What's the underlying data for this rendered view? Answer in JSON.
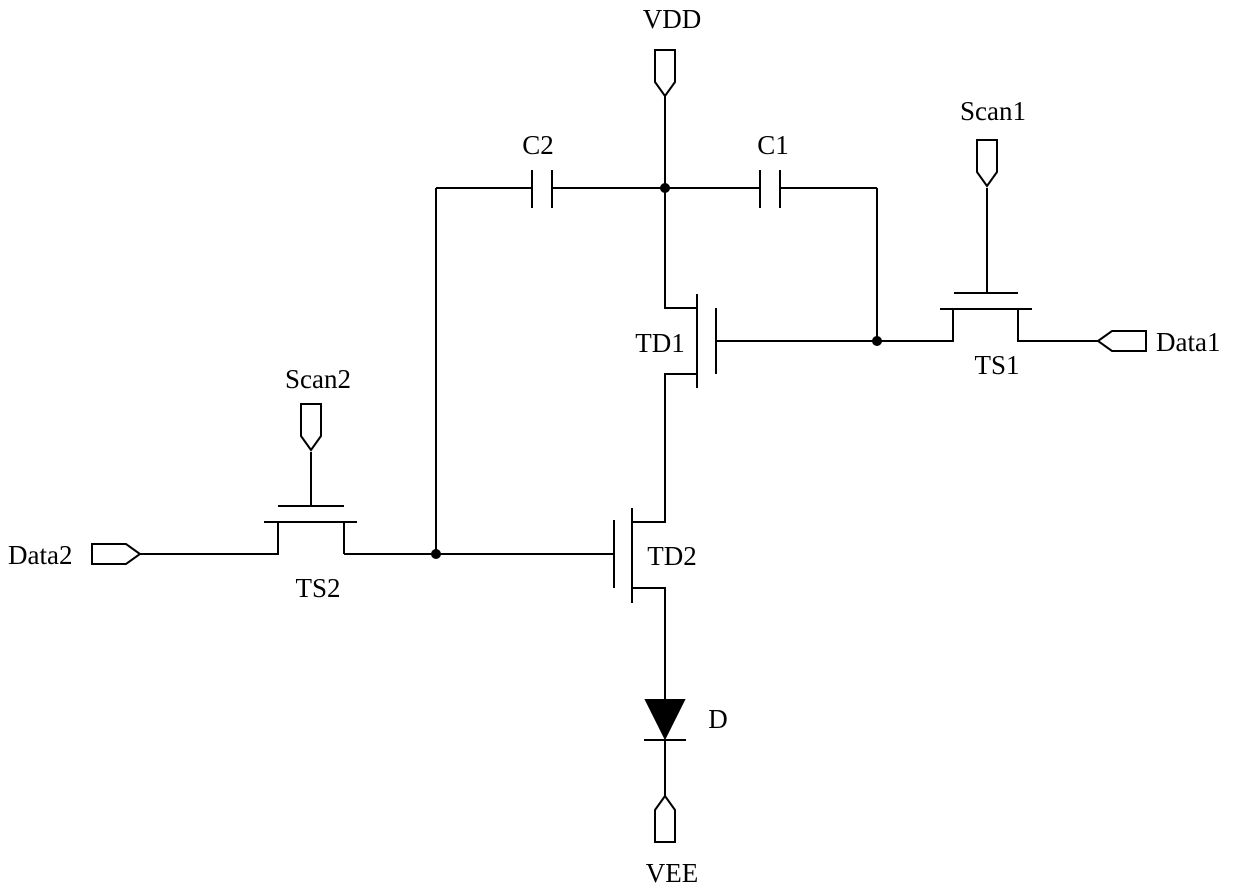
{
  "labels": {
    "vdd": "VDD",
    "vee": "VEE",
    "c1": "C1",
    "c2": "C2",
    "scan1": "Scan1",
    "scan2": "Scan2",
    "data1": "Data1",
    "data2": "Data2",
    "ts1": "TS1",
    "ts2": "TS2",
    "td1": "TD1",
    "td2": "TD2",
    "d": "D"
  }
}
